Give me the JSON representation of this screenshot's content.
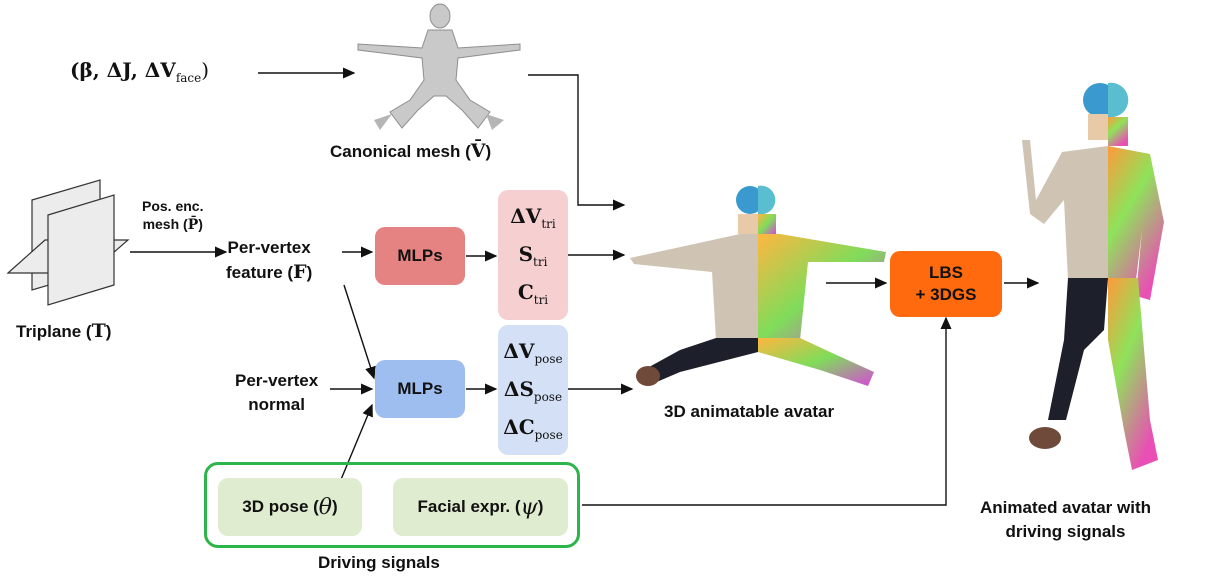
{
  "colors": {
    "mlp_red": "#e58383",
    "mlp_blue": "#9fbef0",
    "tri_box": "#f6d0d0",
    "pose_box": "#d3e0f6",
    "lbs": "#ff6a0e",
    "driving_border": "#2eb54a",
    "driving_item": "#dfeccf"
  },
  "inputs": {
    "beta_label": "(β, ΔJ, ΔV",
    "beta_sub": "face",
    "beta_close": ")"
  },
  "canonical": {
    "label": "Canonical mesh (",
    "symbol": "V̄",
    "close": ")"
  },
  "triplane": {
    "label": "Triplane (",
    "symbol": "T",
    "close": ")"
  },
  "pos_enc": {
    "line1": "Pos. enc.",
    "line2": "mesh (",
    "symbol": "P̄",
    "close": ")"
  },
  "feature": {
    "line1": "Per-vertex",
    "line2": "feature (",
    "symbol": "F",
    "close": ")"
  },
  "normal": {
    "line1": "Per-vertex",
    "line2": "normal"
  },
  "mlp_top": {
    "label": "MLPs"
  },
  "mlp_bottom": {
    "label": "MLPs"
  },
  "tri_outputs": [
    {
      "base": "ΔV",
      "sub": "tri"
    },
    {
      "base": "S",
      "sub": "tri"
    },
    {
      "base": "C",
      "sub": "tri"
    }
  ],
  "pose_outputs": [
    {
      "base": "ΔV",
      "sub": "pose"
    },
    {
      "base": "ΔS",
      "sub": "pose"
    },
    {
      "base": "ΔC",
      "sub": "pose"
    }
  ],
  "avatar": {
    "label": "3D animatable avatar"
  },
  "lbs": {
    "line1": "LBS",
    "line2": "+ 3DGS"
  },
  "animated": {
    "line1": "Animated avatar with",
    "line2": "driving signals"
  },
  "driving": {
    "title": "Driving signals",
    "pose_label": "3D pose (",
    "pose_symbol": "θ",
    "pose_close": ")",
    "face_label": "Facial expr. (",
    "face_symbol": "ψ",
    "face_close": ")"
  }
}
